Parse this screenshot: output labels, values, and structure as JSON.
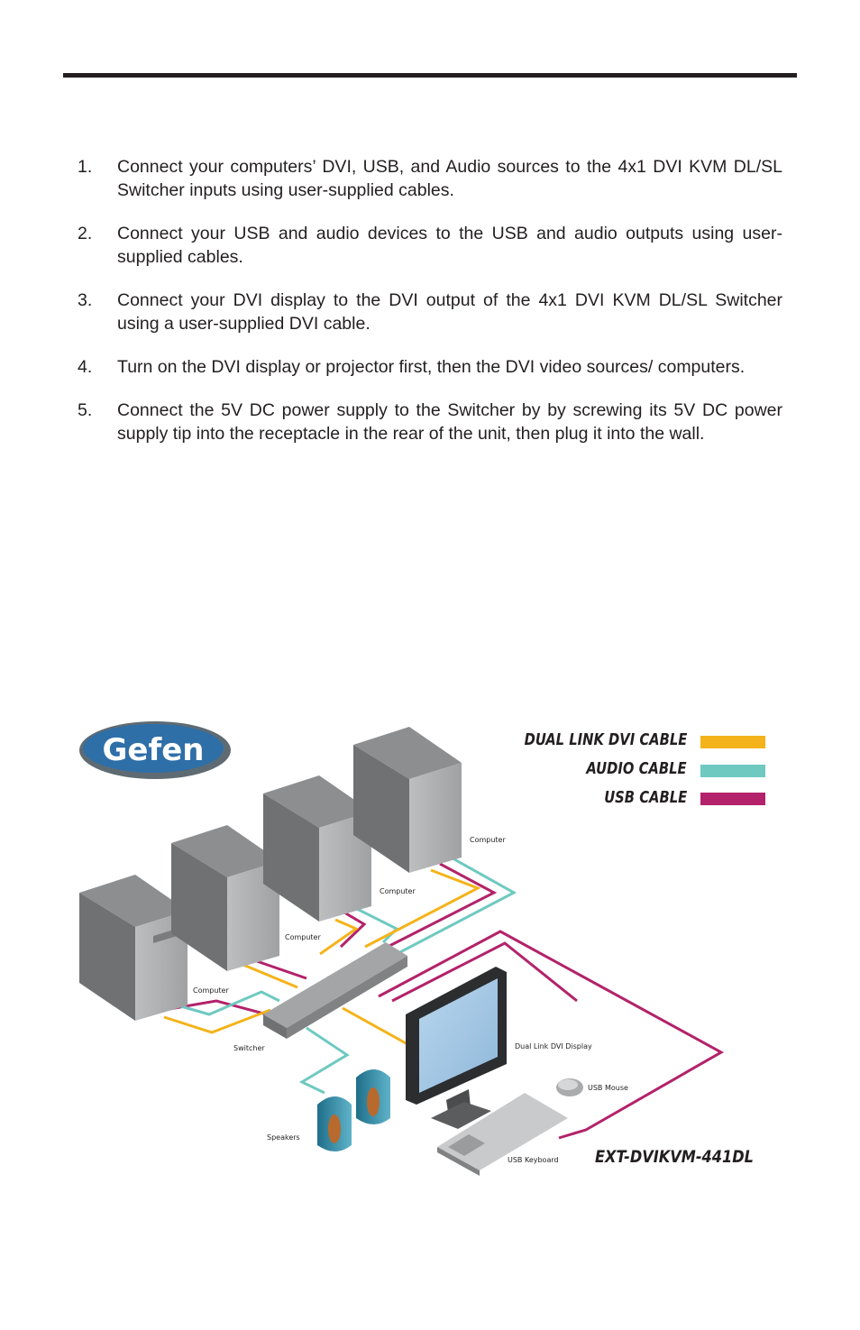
{
  "steps": [
    {
      "num": "1.",
      "text": "Connect your computers’ DVI, USB, and Audio sources to the 4x1 DVI KVM DL/SL Switcher inputs using user-supplied cables."
    },
    {
      "num": "2.",
      "text": "Connect your USB and audio devices to the USB and audio outputs using user-supplied cables."
    },
    {
      "num": "3.",
      "text": "Connect your DVI display to the DVI output of the 4x1 DVI KVM DL/SL Switcher using a user-supplied DVI cable."
    },
    {
      "num": "4.",
      "text": "Turn on the DVI display or projector first, then the DVI video sources/ computers."
    },
    {
      "num": "5.",
      "text": "Connect the 5V DC power supply to the Switcher by by screwing its 5V DC power supply tip into the receptacle in the rear of the unit, then plug it into the wall."
    }
  ],
  "diagram": {
    "logo": "Gefen",
    "legend": [
      {
        "label": "DUAL LINK DVI CABLE",
        "color": "#f4b31a"
      },
      {
        "label": "AUDIO CABLE",
        "color": "#6ec9c1"
      },
      {
        "label": "USB CABLE",
        "color": "#b3226a"
      }
    ],
    "labels": {
      "computer": "Computer",
      "switcher": "Switcher",
      "display": "Dual Link DVI Display",
      "mouse": "USB Mouse",
      "keyboard": "USB Keyboard",
      "speakers": "Speakers"
    },
    "model": "EXT-DVIKVM-441DL"
  }
}
